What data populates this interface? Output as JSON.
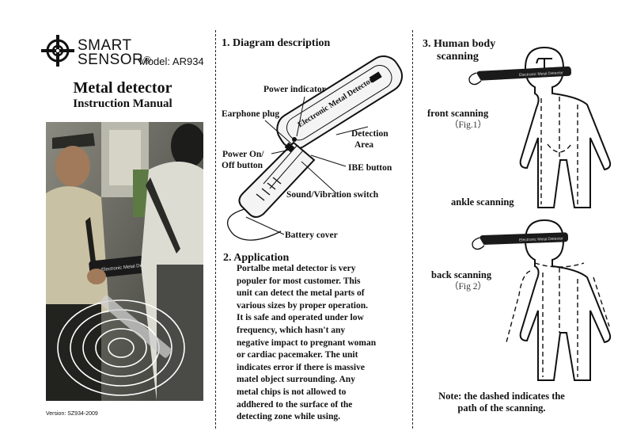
{
  "cover": {
    "brand_line1": "SMART",
    "brand_line2": "SENSOR",
    "registered": "®",
    "model": "Model: AR934",
    "title": "Metal detector",
    "subtitle": "Instruction Manual",
    "version": "Version:  SZ934-2009",
    "photo_device_label": "Electronic Metal Detector"
  },
  "diagram": {
    "heading": "1. Diagram description",
    "device_text": "Electronic Metal Detector",
    "labels": {
      "power_indicator": "Power indicator",
      "earphone_plug": "Earphone plug",
      "detection_area_1": "Detection",
      "detection_area_2": "Area",
      "power_on_1": "Power On/",
      "power_on_2": "Off button",
      "ibe_button": "IBE button",
      "sound_switch": "Sound/Vibration switch",
      "battery_cover": "Battery cover"
    }
  },
  "application": {
    "heading": "2. Application",
    "lines": [
      "Portalbe metal detector is very",
      "populer for most customer. This",
      "unit can detect the metal parts of",
      "various sizes by proper operation.",
      "It is safe and operated under low",
      "frequency, which hasn't any",
      "negative impact to pregnant woman",
      "or cardiac pacemaker. The unit",
      "indicates error if there is massive",
      "matel object surrounding. Any",
      "metal chips is not allowed to",
      "addhered to the surface of the",
      "detecting zone while using."
    ]
  },
  "scanning": {
    "heading_1": "3. Human body",
    "heading_2": "scanning",
    "front": "front scanning",
    "fig1": "（Fig.1）",
    "ankle": "ankle scanning",
    "back": "back scanning",
    "fig2": "（Fig 2）",
    "device_text": "Electronic Metal Detector",
    "note_1": "Note: the dashed indicates the",
    "note_2": "path  of the scanning."
  }
}
